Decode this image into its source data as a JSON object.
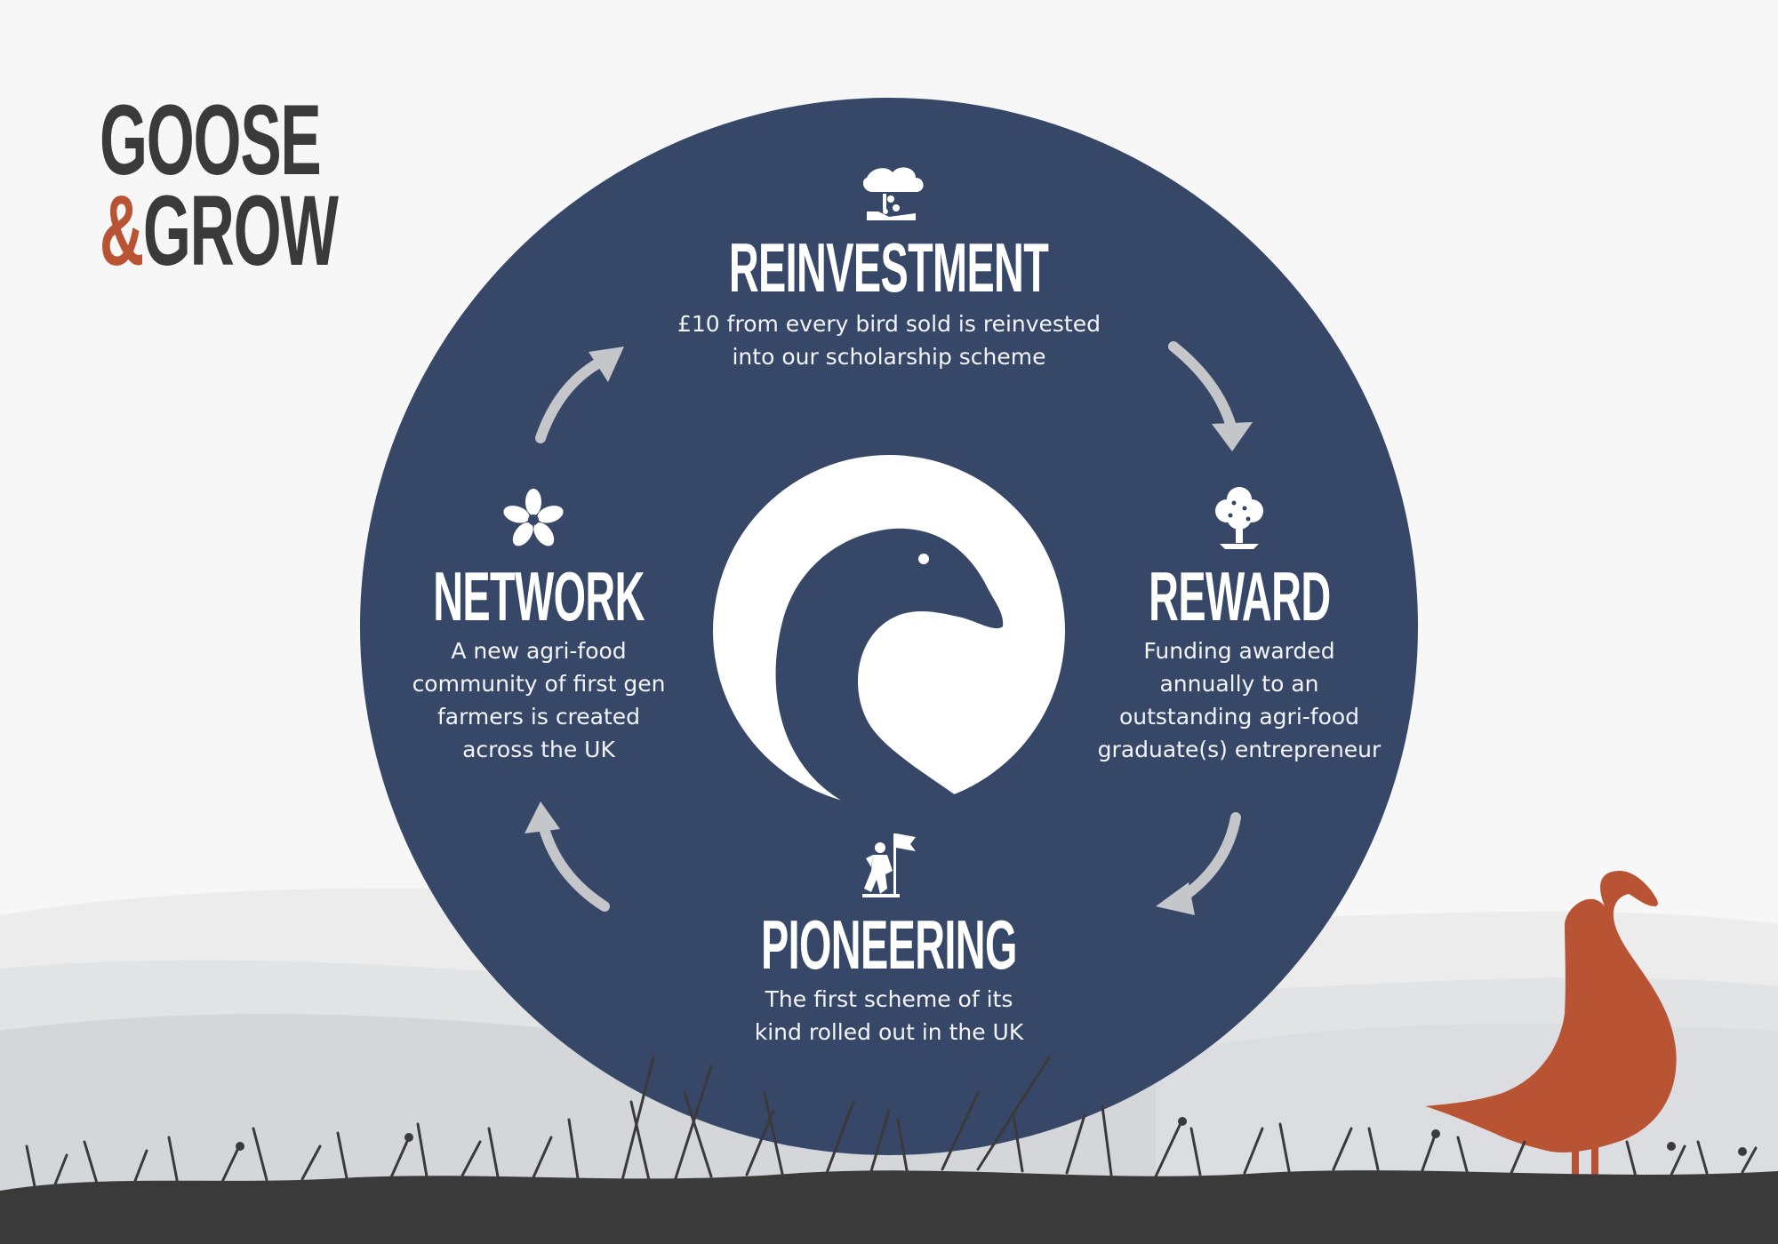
{
  "brand": {
    "line1": "GOOSE",
    "ampersand": "&",
    "line2": "GROW"
  },
  "colors": {
    "circle": "#374768",
    "accent": "#b85434",
    "text": "#ffffff",
    "arrow": "#c4c6ca",
    "grass": "#3a3a3a"
  },
  "stages": [
    {
      "key": "reinvestment",
      "icon": "hand-seed-cloud-icon",
      "title": "REINVESTMENT",
      "lines": [
        "£10 from every bird sold is reinvested",
        "into our scholarship scheme"
      ]
    },
    {
      "key": "reward",
      "icon": "tree-icon",
      "title": "REWARD",
      "lines": [
        "Funding awarded",
        "annually to an",
        "outstanding agri-food",
        "graduate(s) entrepreneur"
      ]
    },
    {
      "key": "pioneering",
      "icon": "climber-flag-icon",
      "title": "PIONEERING",
      "lines": [
        "The first scheme of its",
        "kind rolled out in the UK"
      ]
    },
    {
      "key": "network",
      "icon": "flower-icon",
      "title": "NETWORK",
      "lines": [
        "A new agri-food",
        "community of first gen",
        "farmers is created",
        "across the UK"
      ]
    }
  ],
  "center_icon": "goose-head-icon",
  "decor": {
    "goose": "goose-silhouette",
    "grass": "grass-silhouette",
    "arrows": "cycle-arrow-icon"
  }
}
